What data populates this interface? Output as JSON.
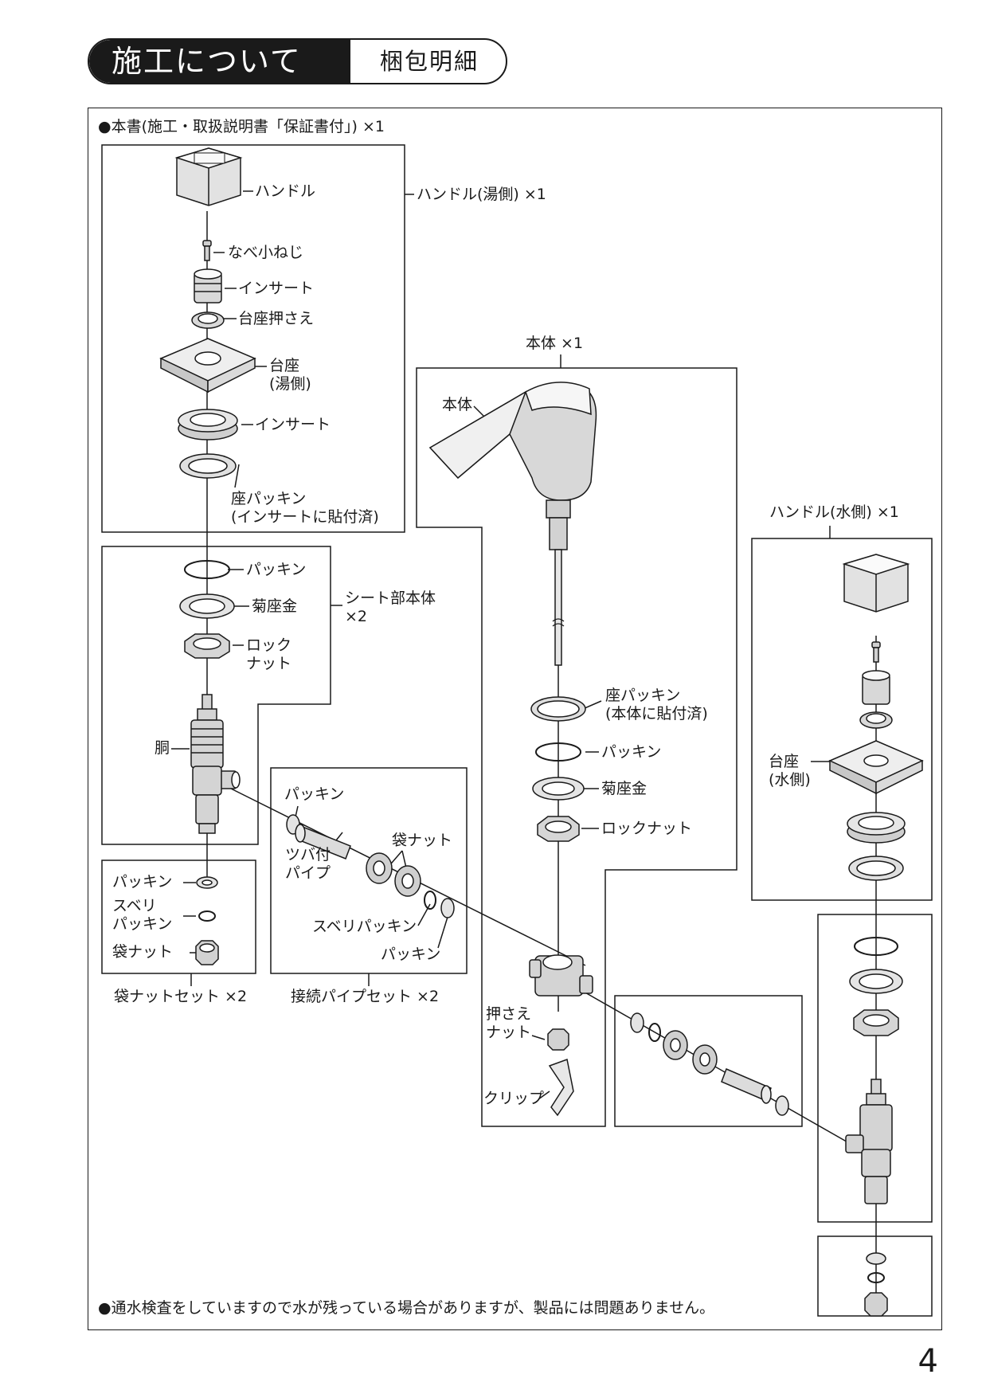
{
  "header": {
    "title": "施工について",
    "subtitle": "梱包明細"
  },
  "notes": {
    "top": "●本書(施工・取扱説明書「保証書付」) ×1",
    "bottom": "●通水検査をしていますので水が残っている場合がありますが、製品には問題ありません。"
  },
  "groups": {
    "handle_hot": "ハンドル(湯側) ×1",
    "body": "本体 ×1",
    "handle_cold": "ハンドル(水側) ×1",
    "seat_body": "シート部本体\n×2",
    "nut_set": "袋ナットセット ×2",
    "pipe_set": "接続パイプセット ×2"
  },
  "parts": {
    "handle": "ハンドル",
    "screw": "なべ小ねじ",
    "insert1": "インサート",
    "base_press": "台座押さえ",
    "base_hot": "台座\n(湯側)",
    "insert2": "インサート",
    "seat_packing_insert": "座パッキン\n(インサートに貼付済)",
    "packing1": "パッキン",
    "kiku_washer1": "菊座金",
    "lock_nut1": "ロック\nナット",
    "dou": "胴",
    "ns_packing": "パッキン",
    "ns_slip": "スベリ\nパッキン",
    "ns_nut": "袋ナット",
    "ps_packing1": "パッキン",
    "ps_pipe": "ツバ付\nパイプ",
    "ps_nut": "袋ナット",
    "ps_slip": "スベリパッキン",
    "ps_packing2": "パッキン",
    "body": "本体",
    "seat_packing_body": "座パッキン\n(本体に貼付済)",
    "packing2": "パッキン",
    "kiku_washer2": "菊座金",
    "lock_nut2": "ロックナット",
    "press_nut": "押さえ\nナット",
    "clip": "クリップ",
    "base_cold": "台座\n(水側)"
  },
  "page_number": "4"
}
